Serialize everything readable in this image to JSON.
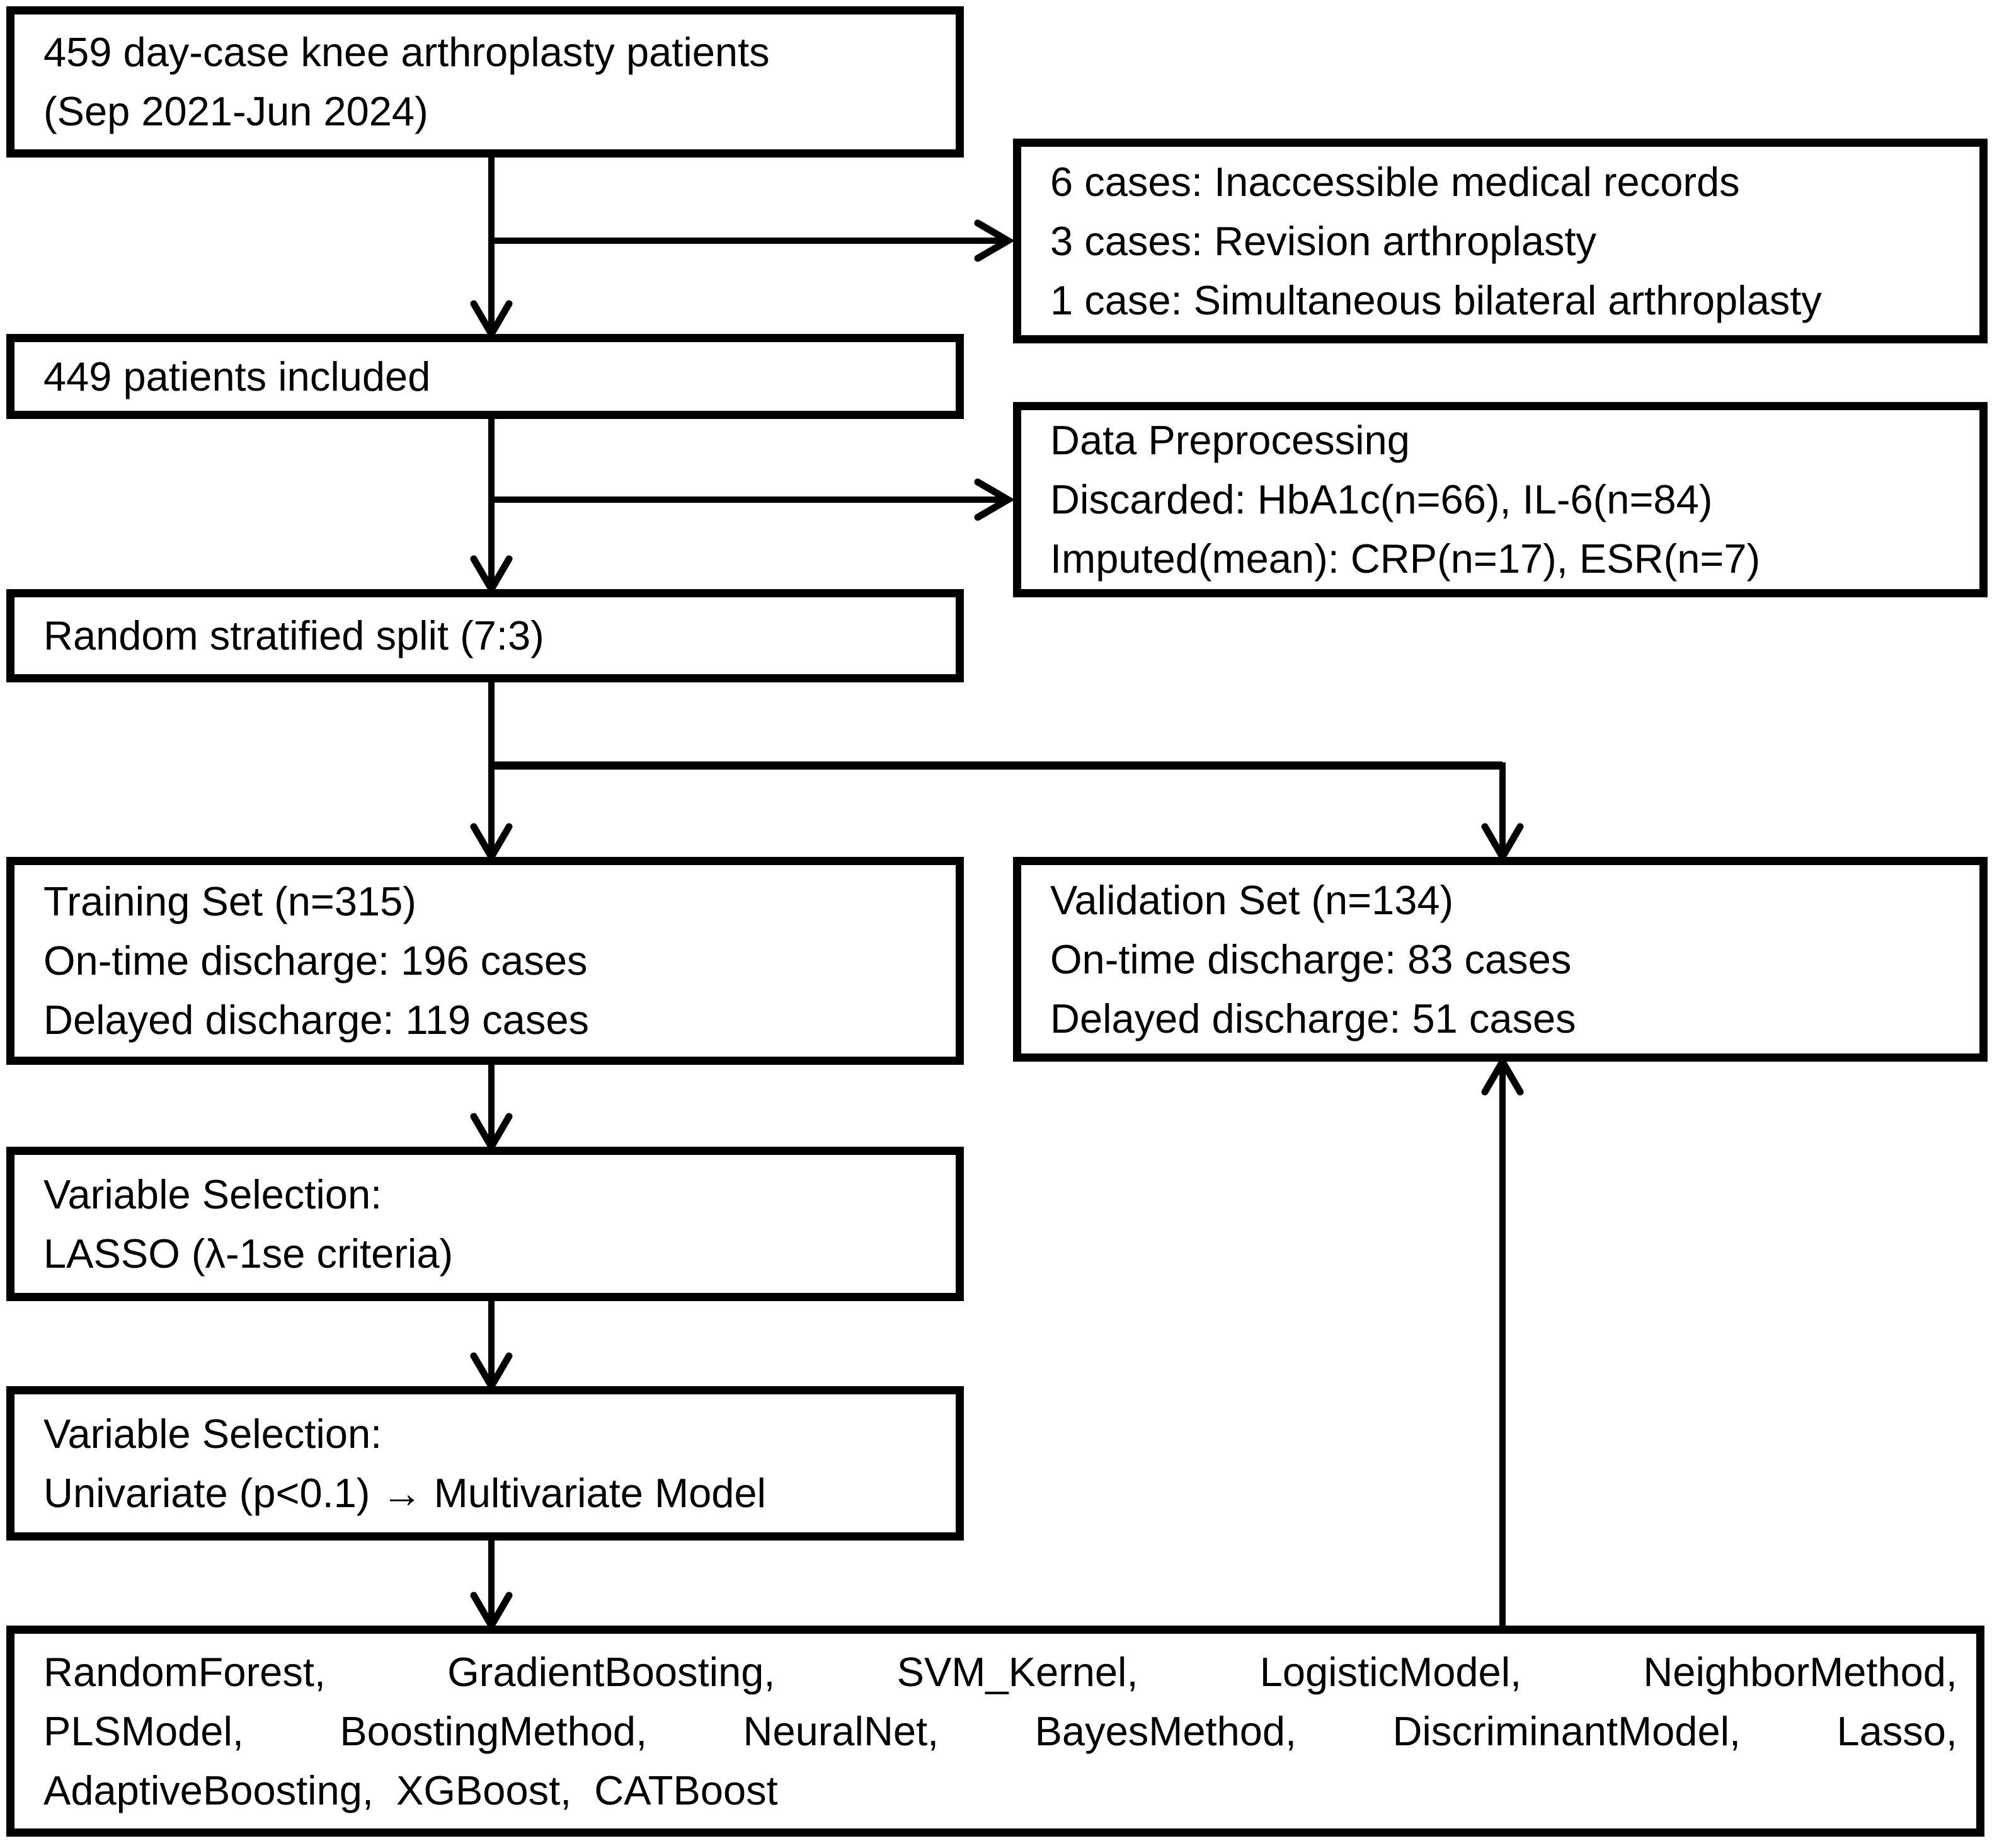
{
  "figure": {
    "background_color": "#ffffff",
    "line_color": "#000000",
    "boxes": {
      "initial": {
        "lines": [
          "459 day-case knee arthroplasty patients",
          "(Sep 2021-Jun 2024)"
        ]
      },
      "exclusions": {
        "lines": [
          "6 cases: Inaccessible medical records",
          "3 cases: Revision arthroplasty",
          "1 case: Simultaneous bilateral arthroplasty"
        ]
      },
      "included": {
        "lines": [
          "449 patients included"
        ]
      },
      "preprocessing": {
        "lines": [
          "Data Preprocessing",
          "Discarded: HbA1c(n=66), IL-6(n=84)",
          "Imputed(mean): CRP(n=17), ESR(n=7)"
        ]
      },
      "split": {
        "lines": [
          "Random stratified split (7:3)"
        ]
      },
      "training": {
        "lines": [
          "Training Set (n=315)",
          "On-time discharge: 196 cases",
          "Delayed discharge: 119 cases"
        ]
      },
      "validation": {
        "lines": [
          "Validation Set (n=134)",
          "On-time discharge: 83 cases",
          "Delayed discharge: 51 cases"
        ]
      },
      "lasso": {
        "lines": [
          "Variable Selection:",
          "LASSO (λ-1se criteria)"
        ]
      },
      "univariate": {
        "lines": [
          "Variable Selection:",
          "Univariate (p<0.1) → Multivariate Model"
        ]
      },
      "models": {
        "lines": [
          "RandomForest, GradientBoosting, SVM_Kernel, LogisticModel, NeighborMethod,",
          "PLSModel, BoostingMethod, NeuralNet, BayesMethod, DiscriminantModel, Lasso,",
          "AdaptiveBoosting, XGBoost, CATBoost"
        ]
      }
    }
  }
}
